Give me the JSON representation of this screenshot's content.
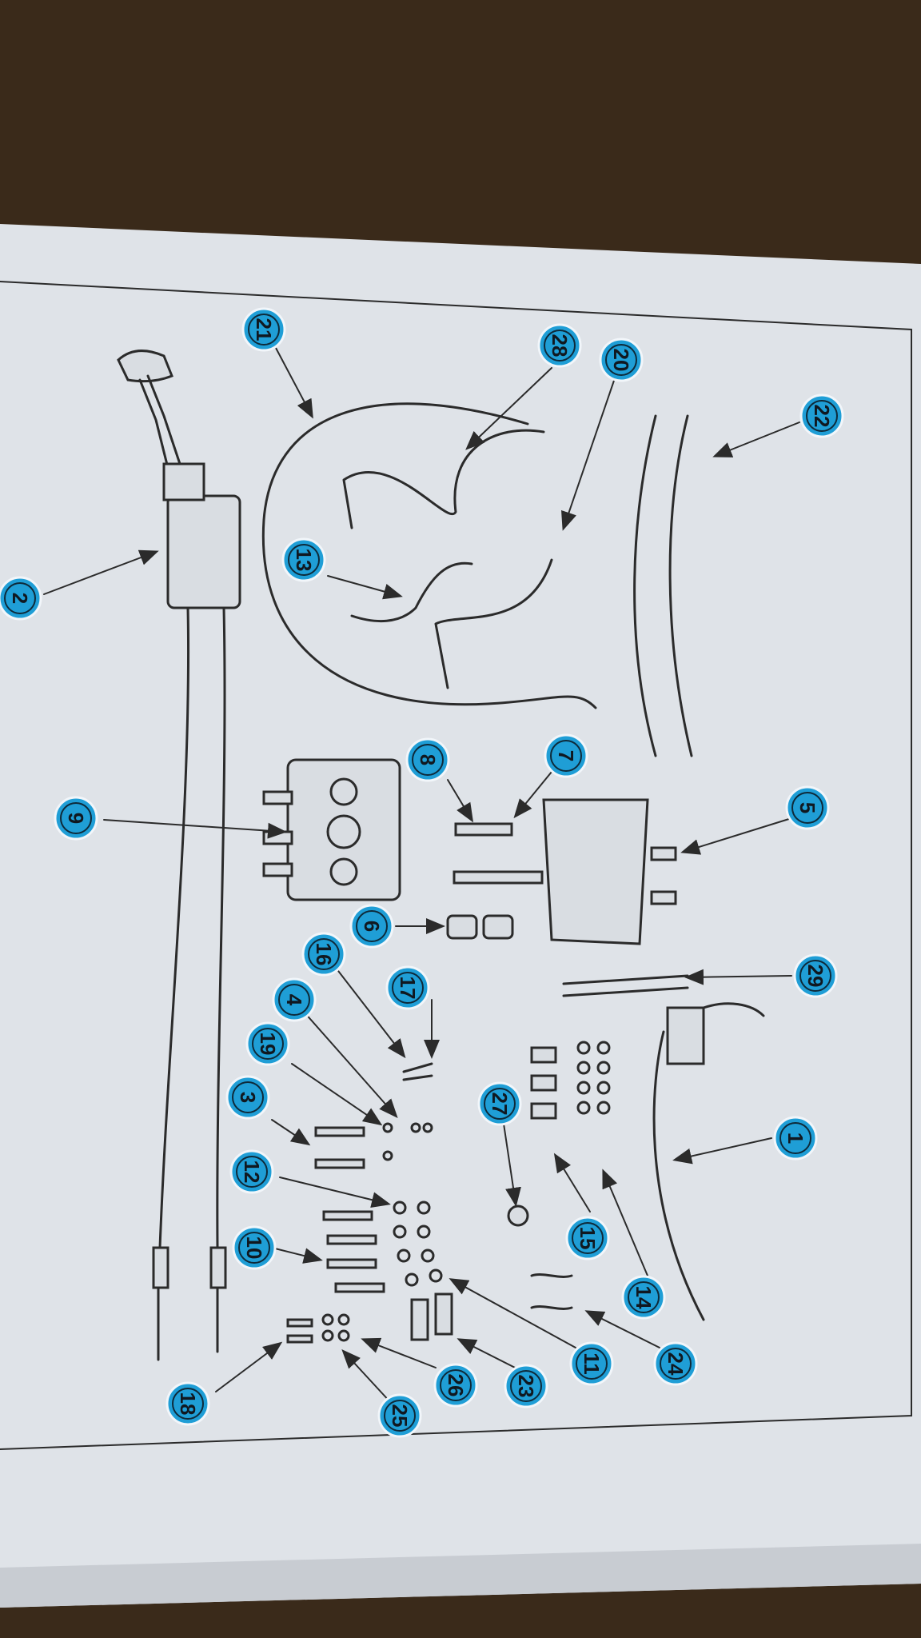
{
  "colors": {
    "table": "#3a2a1a",
    "paper": "#dfe3e8",
    "ink": "#2b2b2b",
    "callout_fill": "#1f9ed6",
    "callout_outline": "#f2f6fa"
  },
  "callouts": [
    {
      "id": "c1",
      "label": "1"
    },
    {
      "id": "c2",
      "label": "2"
    },
    {
      "id": "c3",
      "label": "3"
    },
    {
      "id": "c4",
      "label": "4"
    },
    {
      "id": "c5",
      "label": "5"
    },
    {
      "id": "c6",
      "label": "6"
    },
    {
      "id": "c7",
      "label": "7"
    },
    {
      "id": "c8",
      "label": "8"
    },
    {
      "id": "c9",
      "label": "9"
    },
    {
      "id": "c10",
      "label": "10"
    },
    {
      "id": "c11",
      "label": "11"
    },
    {
      "id": "c12",
      "label": "12"
    },
    {
      "id": "c13",
      "label": "13"
    },
    {
      "id": "c14",
      "label": "14"
    },
    {
      "id": "c15",
      "label": "15"
    },
    {
      "id": "c16",
      "label": "16"
    },
    {
      "id": "c17",
      "label": "17"
    },
    {
      "id": "c18",
      "label": "18"
    },
    {
      "id": "c19",
      "label": "19"
    },
    {
      "id": "c20",
      "label": "20"
    },
    {
      "id": "c21",
      "label": "21"
    },
    {
      "id": "c22",
      "label": "22"
    },
    {
      "id": "c23",
      "label": "23"
    },
    {
      "id": "c24",
      "label": "24"
    },
    {
      "id": "c25",
      "label": "25"
    },
    {
      "id": "c26",
      "label": "26"
    },
    {
      "id": "c27",
      "label": "27"
    },
    {
      "id": "c28",
      "label": "28"
    },
    {
      "id": "c29",
      "label": "29"
    }
  ]
}
